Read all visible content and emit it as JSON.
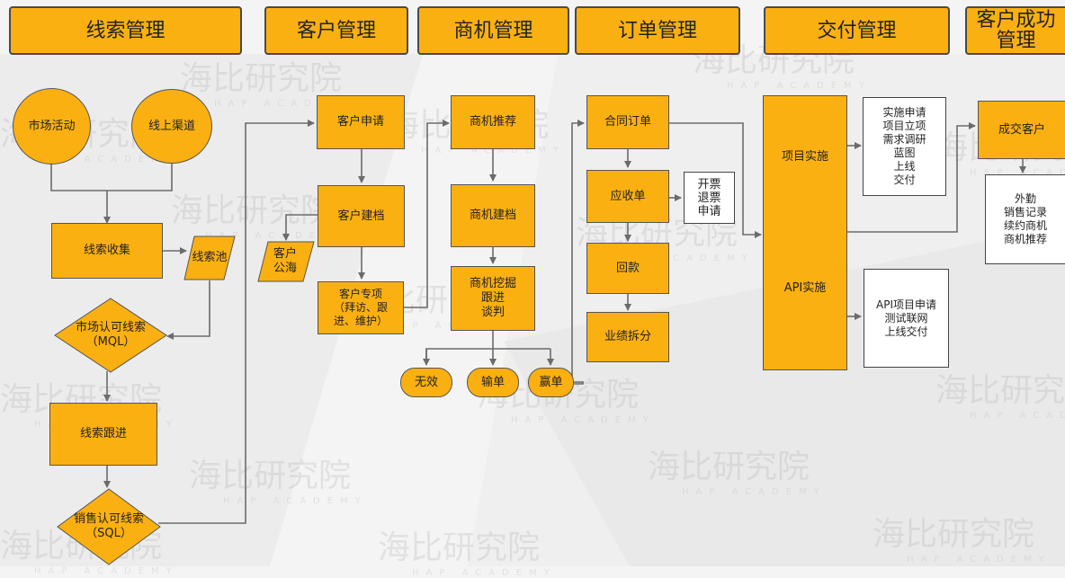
{
  "headers": {
    "leads": "线索管理",
    "customers": "客户管理",
    "opportunities": "商机管理",
    "orders": "订单管理",
    "delivery": "交付管理",
    "success": "客户成功\n管理"
  },
  "leads": {
    "market_activity": "市场活动",
    "online_channel": "线上渠道",
    "lead_collection": "线索收集",
    "lead_pool": "线索池",
    "mql": "市场认可线索\n（MQL）",
    "lead_followup": "线索跟进",
    "sql": "销售认可线索\n（SQL）"
  },
  "customers": {
    "apply": "客户申请",
    "archive": "客户建档",
    "public_pool": "客户\n公海",
    "project": "客户专项\n（拜访、跟\n进、维护）"
  },
  "opportunities": {
    "recommend": "商机推荐",
    "archive": "商机建档",
    "mining": "商机挖掘\n跟进\n谈判",
    "invalid": "无效",
    "lost": "输单",
    "won": "赢单"
  },
  "orders": {
    "contract": "合同订单",
    "receivable": "应收单",
    "invoice": "开票\n退票\n申请",
    "payment": "回款",
    "split": "业绩拆分"
  },
  "delivery": {
    "project_impl": "项目实施",
    "api_impl": "API实施",
    "project_steps": "实施申请\n项目立项\n需求调研\n蓝图\n上线\n交付",
    "api_steps": "API项目申请\n测试联网\n上线交付"
  },
  "success": {
    "closed_customer": "成交客户",
    "activities": "外勤\n销售记录\n续约商机\n商机推荐"
  },
  "watermark": {
    "cn": "海比研究院",
    "en": "HAP ACADEMY"
  },
  "colors": {
    "accent": "#fbb011",
    "line": "#6b6b6b"
  }
}
